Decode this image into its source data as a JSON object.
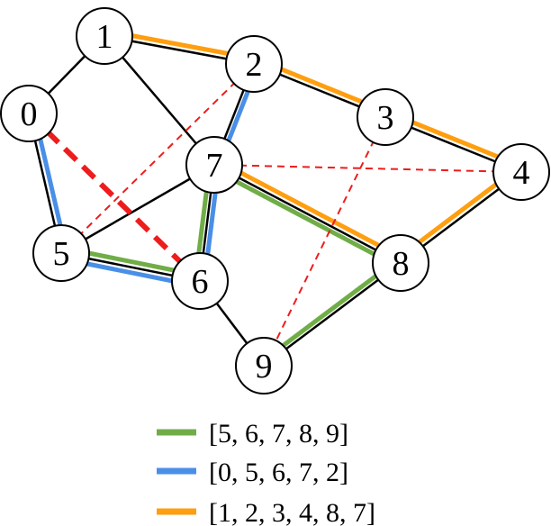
{
  "nodes": [
    {
      "id": "0",
      "label": "0"
    },
    {
      "id": "1",
      "label": "1"
    },
    {
      "id": "2",
      "label": "2"
    },
    {
      "id": "3",
      "label": "3"
    },
    {
      "id": "4",
      "label": "4"
    },
    {
      "id": "5",
      "label": "5"
    },
    {
      "id": "6",
      "label": "6"
    },
    {
      "id": "7",
      "label": "7"
    },
    {
      "id": "8",
      "label": "8"
    },
    {
      "id": "9",
      "label": "9"
    }
  ],
  "edges": [
    {
      "from": "0",
      "to": "1"
    },
    {
      "from": "0",
      "to": "5"
    },
    {
      "from": "1",
      "to": "2"
    },
    {
      "from": "1",
      "to": "7"
    },
    {
      "from": "2",
      "to": "3"
    },
    {
      "from": "2",
      "to": "7"
    },
    {
      "from": "3",
      "to": "4"
    },
    {
      "from": "4",
      "to": "8"
    },
    {
      "from": "5",
      "to": "7"
    },
    {
      "from": "5",
      "to": "6"
    },
    {
      "from": "6",
      "to": "7"
    },
    {
      "from": "6",
      "to": "9"
    },
    {
      "from": "7",
      "to": "8"
    },
    {
      "from": "8",
      "to": "9"
    }
  ],
  "dashed_edges": [
    {
      "from": "0",
      "to": "6",
      "style": "thick"
    },
    {
      "from": "2",
      "to": "5",
      "style": "thin"
    },
    {
      "from": "7",
      "to": "4",
      "style": "thin"
    },
    {
      "from": "3",
      "to": "9",
      "style": "thin"
    }
  ],
  "paths": [
    {
      "label": "[5, 6, 7, 8, 9]",
      "color": "#70ad47",
      "nodes": [
        "5",
        "6",
        "7",
        "8",
        "9"
      ]
    },
    {
      "label": "[0, 5, 6, 7, 2]",
      "color": "#4a8fe7",
      "nodes": [
        "0",
        "5",
        "6",
        "7",
        "2"
      ]
    },
    {
      "label": "[1, 2, 3, 4, 8, 7]",
      "color": "#ff9e0f",
      "nodes": [
        "1",
        "2",
        "3",
        "4",
        "8",
        "7"
      ]
    }
  ],
  "colors": {
    "edge": "#000000",
    "dashed": "#ee1c1c",
    "node_fill": "#ffffff"
  }
}
